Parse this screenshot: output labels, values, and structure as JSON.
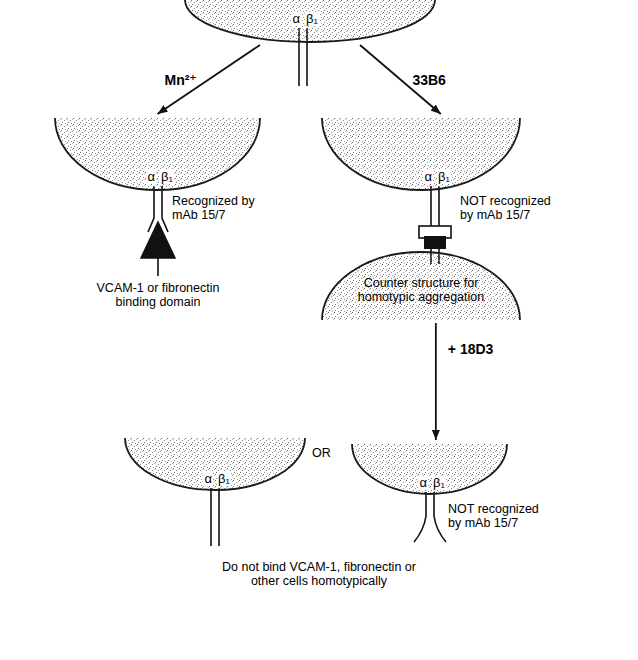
{
  "diagram": {
    "nodes": [
      {
        "text": [
          "α",
          "β₁"
        ]
      },
      {
        "text": [
          "α",
          "β₁"
        ]
      },
      {
        "text": [
          "α",
          "β₁"
        ]
      },
      {
        "text": [
          "Counter structure for homotypic aggregation"
        ]
      },
      {
        "text": [
          "α",
          "β₁"
        ]
      },
      {
        "text": [
          "α",
          "β₁"
        ]
      }
    ],
    "edges": [
      {
        "from": 0,
        "to": 1,
        "arrow": "to",
        "label": "Mn²⁺"
      },
      {
        "from": 0,
        "to": 2,
        "arrow": "to",
        "label": "33B6"
      },
      {
        "from": 3,
        "to": 5,
        "arrow": "to",
        "label": "+ 18D3"
      }
    ],
    "labels": [
      "Recognized by mAb 15/7",
      "VCAM-1 or fibronectin binding domain",
      "NOT recognized by mAb 15/7",
      "OR",
      "NOT recognized by mAb 15/7",
      "Do not bind VCAM-1, fibronectin or other cells homotypically"
    ]
  }
}
